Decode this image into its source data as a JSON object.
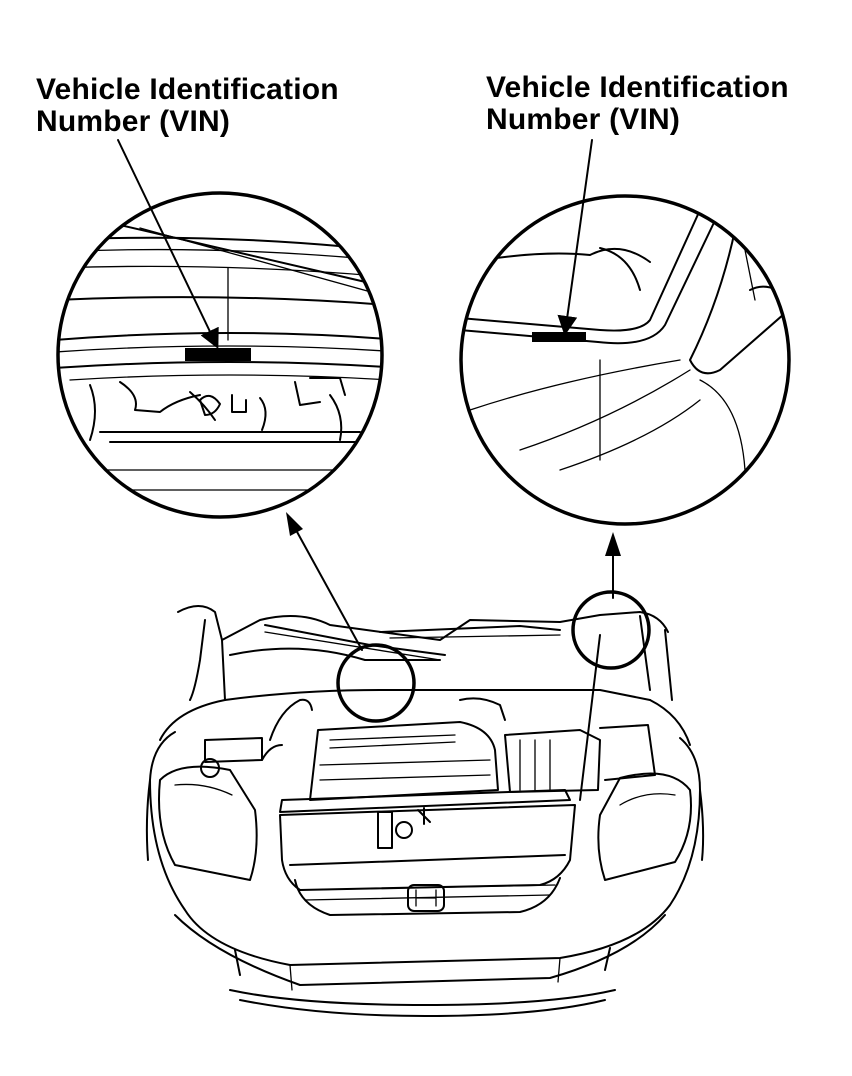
{
  "labels": {
    "left_line1": "Vehicle Identification",
    "left_line2": "Number (VIN)",
    "right_line1": "Vehicle Identification",
    "right_line2": "Number (VIN)"
  },
  "colors": {
    "ink": "#000000",
    "paper": "#ffffff"
  }
}
